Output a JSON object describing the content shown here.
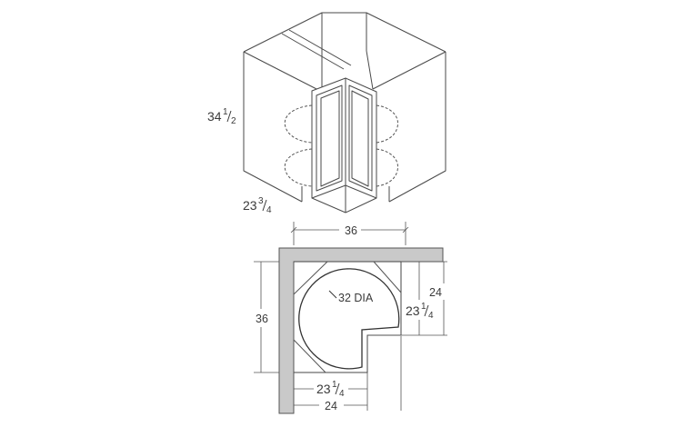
{
  "iso": {
    "height_whole": "34",
    "height_num": "1",
    "height_den": "2",
    "depth_whole": "23",
    "depth_num": "3",
    "depth_den": "4"
  },
  "plan": {
    "width_top": "36",
    "height_left": "36",
    "right_depth": "24",
    "right_inner_whole": "23",
    "right_inner_num": "1",
    "right_inner_den": "4",
    "bottom_inner_whole": "23",
    "bottom_inner_num": "1",
    "bottom_inner_den": "4",
    "bottom_depth": "24",
    "diameter_label": "32 DIA"
  }
}
